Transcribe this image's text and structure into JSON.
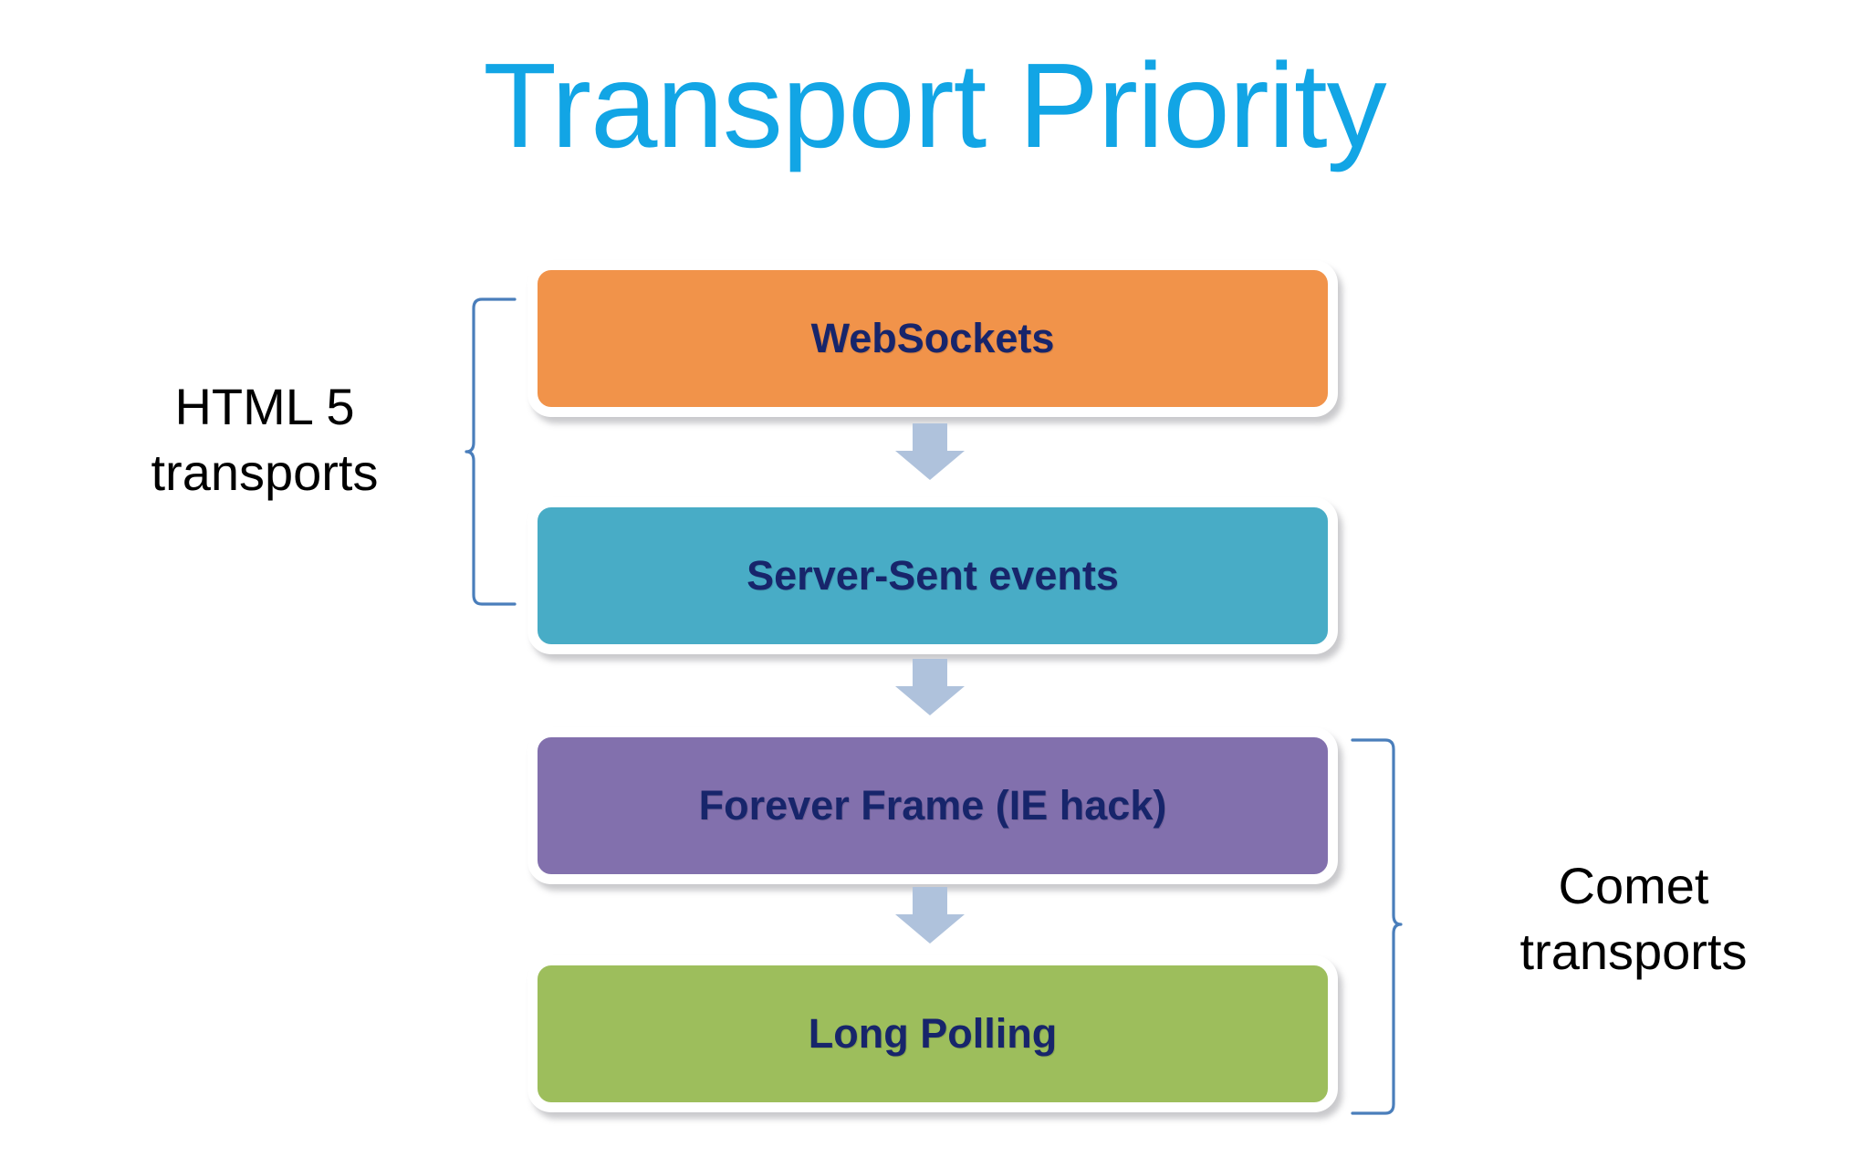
{
  "slide": {
    "title": "Transport Priority",
    "title_color": "#12A5E5",
    "background_color": "#FFFFFF"
  },
  "diagram": {
    "type": "vertical-flow",
    "box_text_color": "#17256B",
    "arrow_color": "#AFC2DC",
    "brace_color": "#4A7EBB",
    "boxes": [
      {
        "label": "WebSockets",
        "color": "#F1934A"
      },
      {
        "label": "Server-Sent events",
        "color": "#48ACC6"
      },
      {
        "label": "Forever Frame (IE hack)",
        "color": "#8270AD"
      },
      {
        "label": "Long Polling",
        "color": "#9DBE5C"
      }
    ],
    "arrows": [
      {
        "name": "websockets-to-server-sent",
        "direction": "down"
      },
      {
        "name": "server-sent-to-forever-frame",
        "direction": "down"
      },
      {
        "name": "forever-frame-to-long-polling",
        "direction": "down"
      }
    ],
    "groups": [
      {
        "name": "html5",
        "label_line1": "HTML 5",
        "label_line2": "transports",
        "side": "left",
        "covers": [
          "WebSockets",
          "Server-Sent events"
        ]
      },
      {
        "name": "comet",
        "label_line1": "Comet",
        "label_line2": "transports",
        "side": "right",
        "covers": [
          "Forever Frame (IE hack)",
          "Long Polling"
        ]
      }
    ]
  }
}
